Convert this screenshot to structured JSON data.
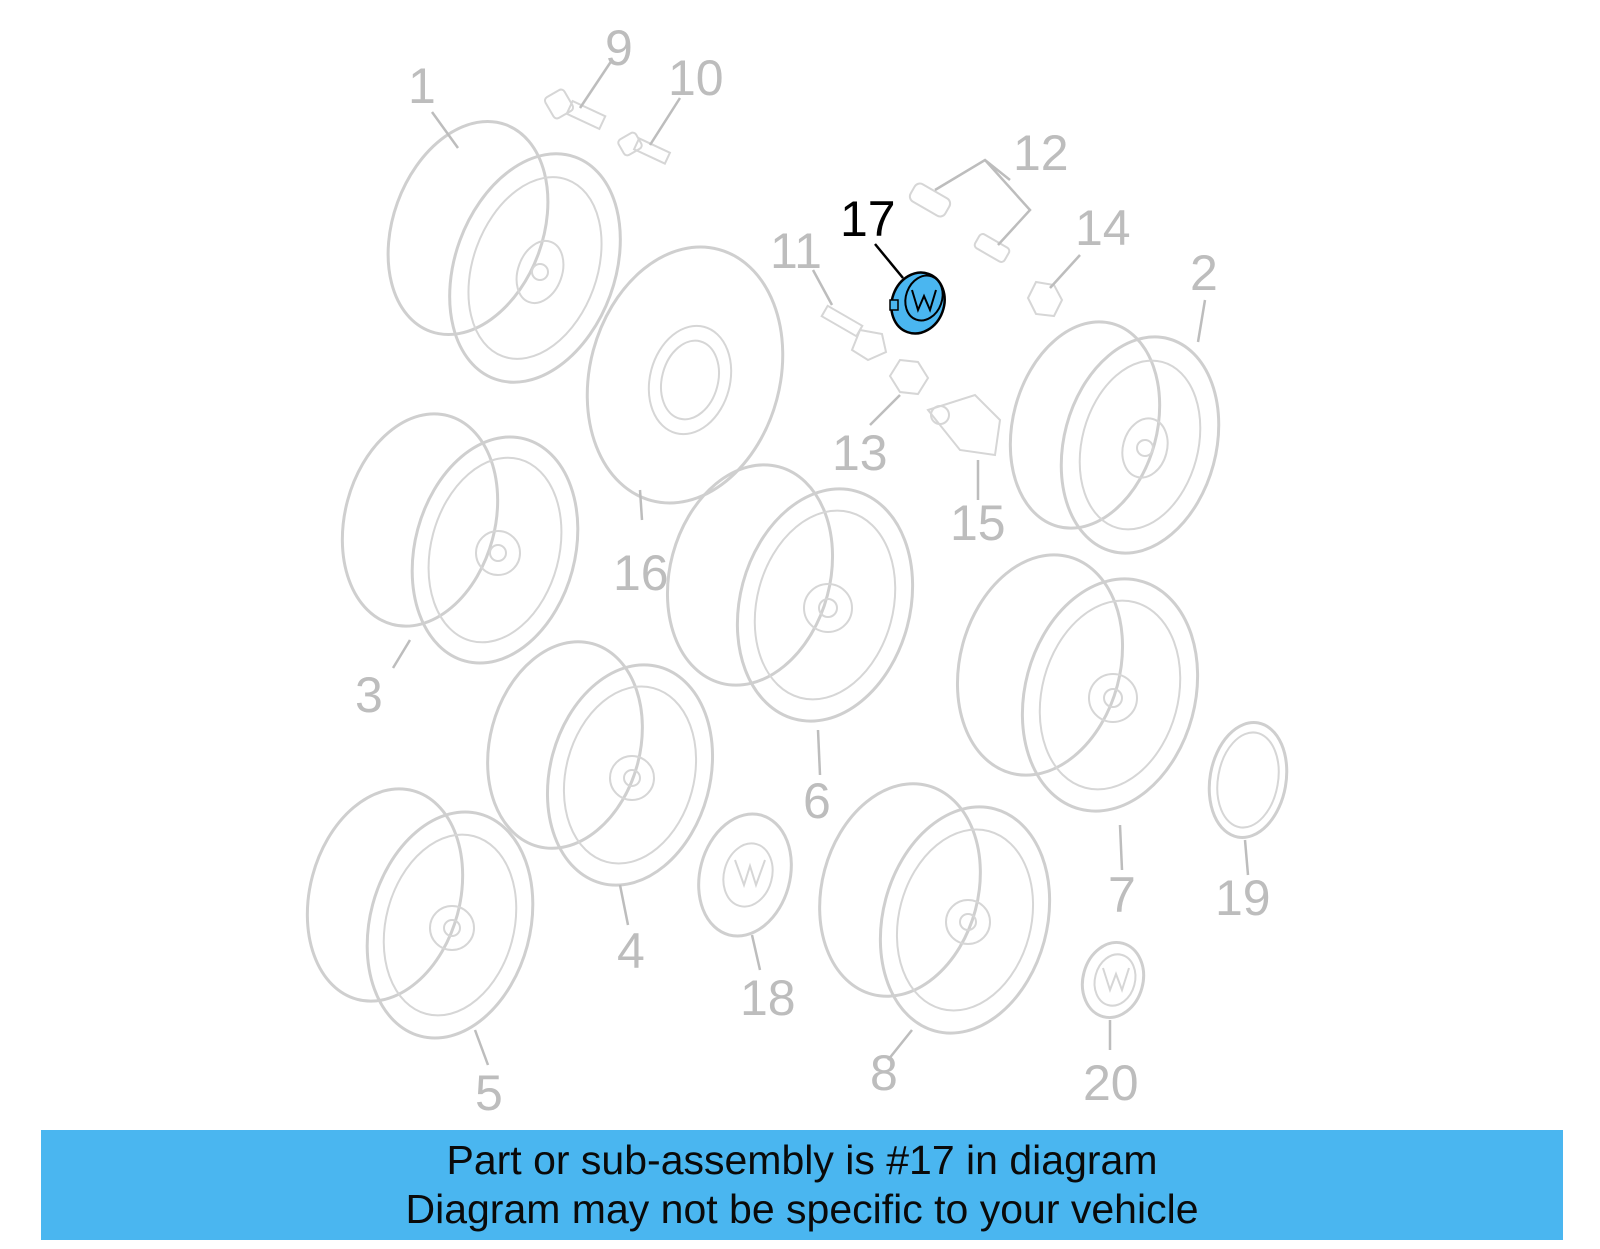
{
  "diagram": {
    "highlight_color": "#4ab6f0",
    "highlighted_part": "17",
    "part_labels": [
      "1",
      "2",
      "3",
      "4",
      "5",
      "6",
      "7",
      "8",
      "9",
      "10",
      "11",
      "12",
      "13",
      "14",
      "15",
      "16",
      "17",
      "18",
      "19",
      "20"
    ]
  },
  "banner": {
    "line1": "Part or sub-assembly is #17 in diagram",
    "line2": "Diagram may not be specific to your vehicle",
    "background": "#4ab6f0"
  }
}
